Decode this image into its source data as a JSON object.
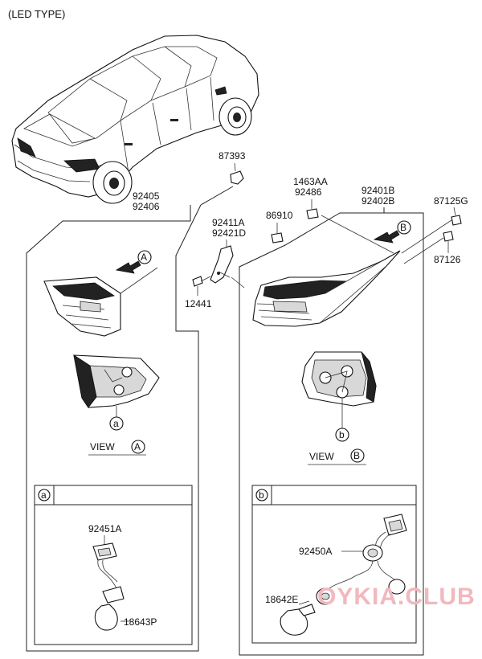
{
  "header": {
    "title": "(LED TYPE)"
  },
  "view_a": {
    "marker": "A",
    "caption": "VIEW"
  },
  "view_b": {
    "marker": "B",
    "caption": "VIEW"
  },
  "callout_a": {
    "letter": "a"
  },
  "callout_b": {
    "letter": "b"
  },
  "parts": {
    "p87393": "87393",
    "p92405": "92405",
    "p92406": "92406",
    "p1463AA": "1463AA",
    "p92486": "92486",
    "p92401B": "92401B",
    "p92402B": "92402B",
    "p87125G": "87125G",
    "p92411A": "92411A",
    "p92421D": "92421D",
    "p86910": "86910",
    "p87126": "87126",
    "p12441": "12441",
    "p92451A": "92451A",
    "p18643P": "18643P",
    "p92450A": "92450A",
    "p18642E": "18642E"
  },
  "watermark": {
    "text": "OYKIA.CLUB"
  }
}
